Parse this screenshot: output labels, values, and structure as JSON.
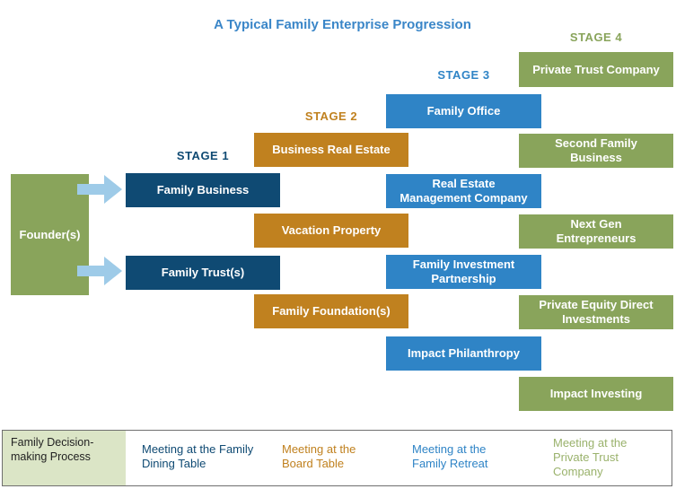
{
  "title": "A Typical Family Enterprise Progression",
  "colors": {
    "stage1": "#0f4a73",
    "stage2": "#c0811f",
    "stage3": "#2f84c6",
    "stage4": "#89a45b",
    "founder": "#89a45b",
    "arrow": "#9ecbe8"
  },
  "founder": "Founder(s)",
  "stages": [
    {
      "label": "STAGE 1",
      "items": [
        "Family Business",
        "Family Trust(s)"
      ]
    },
    {
      "label": "STAGE 2",
      "items": [
        "Business Real Estate",
        "Vacation Property",
        "Family Foundation(s)"
      ]
    },
    {
      "label": "STAGE 3",
      "items": [
        "Family Office",
        "Real Estate Management Company",
        "Family Investment Partnership",
        "Impact Philanthropy"
      ]
    },
    {
      "label": "STAGE 4",
      "items": [
        "Private Trust Company",
        "Second Family Business",
        "Next Gen Entrepreneurs",
        "Private Equity Direct Investments",
        "Impact Investing"
      ]
    }
  ],
  "footer": {
    "label": "Family Decision-making Process",
    "cells": [
      "Meeting at the Family Dining Table",
      "Meeting at the Board Table",
      "Meeting at the Family Retreat",
      "Meeting at the Private Trust Company"
    ]
  }
}
